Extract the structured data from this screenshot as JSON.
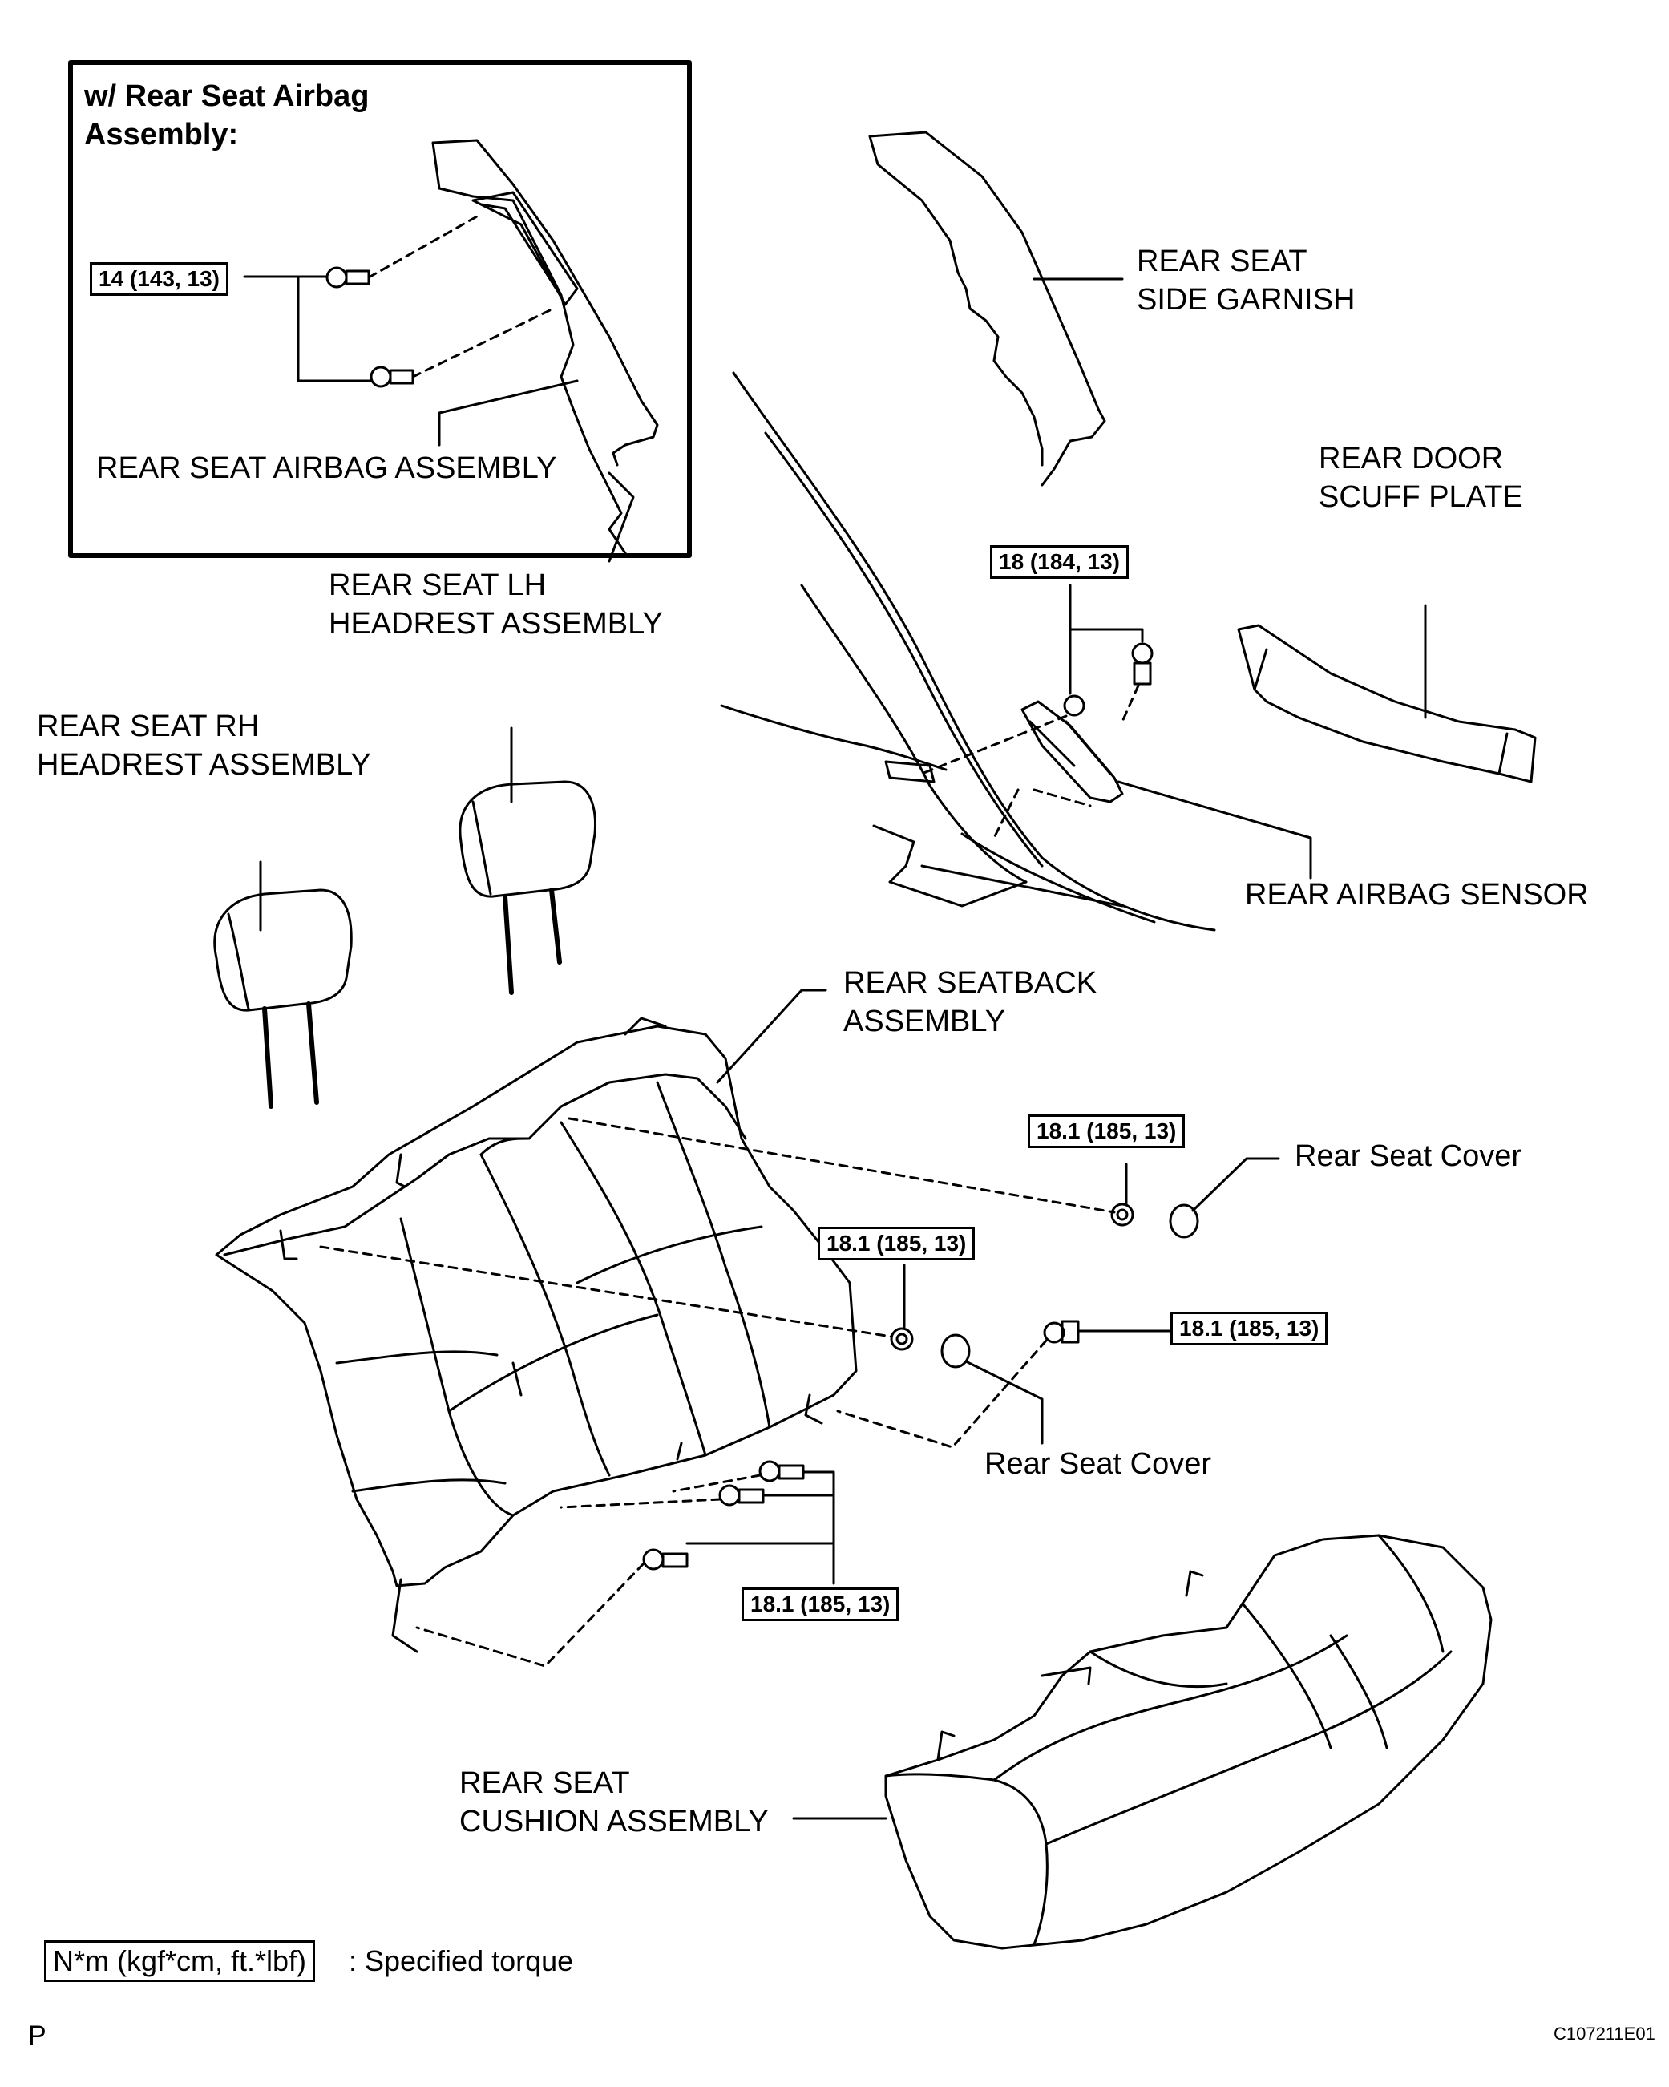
{
  "inset": {
    "title_lines": [
      "w/ Rear Seat Airbag",
      "Assembly:"
    ],
    "torque": "14 (143, 13)",
    "part_label": "REAR SEAT AIRBAG ASSEMBLY"
  },
  "parts": {
    "side_garnish": [
      "REAR SEAT",
      "SIDE GARNISH"
    ],
    "door_scuff": [
      "REAR DOOR",
      "SCUFF PLATE"
    ],
    "lh_headrest": [
      "REAR SEAT LH",
      "HEADREST ASSEMBLY"
    ],
    "rh_headrest": [
      "REAR SEAT RH",
      "HEADREST ASSEMBLY"
    ],
    "airbag_sensor": "REAR AIRBAG SENSOR",
    "seatback": [
      "REAR SEATBACK",
      "ASSEMBLY"
    ],
    "seat_cover_upper": "Rear Seat Cover",
    "seat_cover_lower": "Rear Seat Cover",
    "cushion": [
      "REAR SEAT",
      "CUSHION ASSEMBLY"
    ]
  },
  "torques": {
    "sensor": "18 (184, 13)",
    "seatback_upper": "18.1 (185, 13)",
    "seatback_mid": "18.1 (185, 13)",
    "seatback_right": "18.1 (185, 13)",
    "seatback_bottom": "18.1 (185, 13)"
  },
  "legend": {
    "unit": "N*m (kgf*cm, ft.*lbf)",
    "text": ": Specified torque"
  },
  "corner_mark": "P",
  "figure_code": "C107211E01"
}
